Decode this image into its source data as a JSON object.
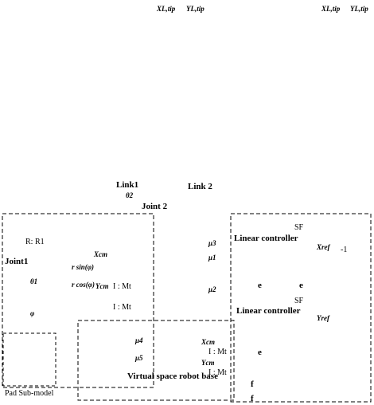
{
  "labels": {
    "link1": "Link1",
    "link2": "Link 2",
    "joint1": "Joint1",
    "joint2": "Joint 2",
    "linear_controller_1": "Linear controller",
    "linear_controller_2": "Linear controller",
    "virtual_base": "Virtual space robot base",
    "pad_submodel": "Pad Sub-model",
    "x_ref": "Xref",
    "y_ref": "Yref",
    "x_cm": "Xcm",
    "y_cm": "Ycm",
    "x_cm_base": "Xcm",
    "y_cm_base": "Ycm",
    "x_tip_1": "XL,tip",
    "y_tip_1": "YL,tip",
    "x_tip_2": "XL,tip",
    "y_tip_2": "YL,tip",
    "theta1": "θ1",
    "theta2": "θ2",
    "phi": "φ",
    "mu1": "μ1",
    "mu2": "μ2",
    "mu3": "μ3",
    "mu4": "μ4",
    "mu5": "μ5",
    "r_sin": "r sin(φ)",
    "r_cos": "r cos(φ)",
    "r_r1": "R: R1",
    "i_mt_1": "I : Mt",
    "i_mt_2": "I : Mt",
    "i_mt_3": "I : Mt",
    "i_mt_4": "I : Mt",
    "gain": "-1",
    "e1": "e",
    "e2": "e",
    "e3": "e",
    "f1": "f",
    "f2": "f",
    "sf1": "SF",
    "sf2": "SF"
  }
}
